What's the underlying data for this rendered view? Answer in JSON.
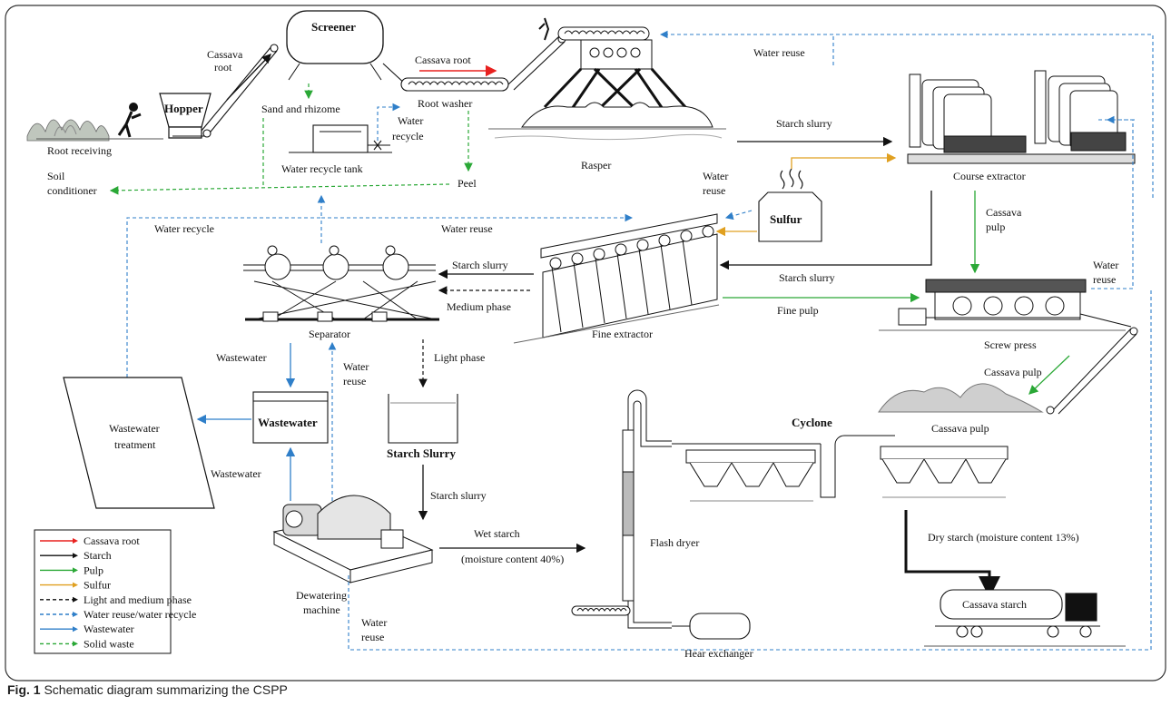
{
  "caption": {
    "prefix": "Fig. 1",
    "text": "Schematic diagram summarizing the CSPP"
  },
  "colors": {
    "cassava_root": "#e8211f",
    "starch": "#111111",
    "pulp": "#2aa836",
    "sulfur": "#e0a020",
    "water_reuse": "#2f7fc9",
    "wastewater": "#2f7fc9",
    "solid_waste": "#2aa836"
  },
  "equipment": {
    "root_receiving": "Root receiving",
    "hopper": "Hopper",
    "screener": "Screener",
    "root_washer": "Root washer",
    "water_recycle_tank": "Water recycle tank",
    "rasper": "Rasper",
    "course_extractor": "Course extractor",
    "sulfur": "Sulfur",
    "fine_extractor": "Fine extractor",
    "separator": "Separator",
    "screw_press": "Screw press",
    "wastewater_tank": "Wastewater",
    "wastewater_treatment_1": "Wastewater",
    "wastewater_treatment_2": "treatment",
    "starch_slurry_tank": "Starch Slurry",
    "dewatering_1": "Dewatering",
    "dewatering_2": "machine",
    "flash_dryer": "Flash dryer",
    "cyclone": "Cyclone",
    "heat_exchanger": "Hear exchanger",
    "cassava_pulp_pile": "Cassava pulp",
    "truck": "Cassava starch"
  },
  "flows": {
    "cassava_root_1a": "Cassava",
    "cassava_root_1b": "root",
    "cassava_root_2": "Cassava root",
    "sand_rhizome": "Sand and rhizome",
    "water_recycle_a": "Water",
    "water_recycle_b": "recycle",
    "soil_1": "Soil",
    "soil_2": "conditioner",
    "peel": "Peel",
    "water_reuse_top": "Water reuse",
    "starch_slurry_1": "Starch slurry",
    "water_reuse_mid_a": "Water",
    "water_reuse_mid_b": "reuse",
    "cassava_pulp_a": "Cassava",
    "cassava_pulp_b": "pulp",
    "water_recycle_left": "Water recycle",
    "water_reuse_sep": "Water reuse",
    "starch_slurry_2": "Starch slurry",
    "starch_slurry_3": "Starch slurry",
    "medium_phase": "Medium phase",
    "fine_pulp": "Fine pulp",
    "water_reuse_right_a": "Water",
    "water_reuse_right_b": "reuse",
    "wastewater_1": "Wastewater",
    "water_reuse_dw_a": "Water",
    "water_reuse_dw_b": "reuse",
    "light_phase": "Light phase",
    "cassava_pulp_2": "Cassava pulp",
    "wastewater_2": "Wastewater",
    "starch_slurry_4": "Starch slurry",
    "wet_starch": "Wet starch",
    "moisture_40": "(moisture content 40%)",
    "dry_starch": "Dry starch (moisture content 13%)",
    "water_reuse_bottom_a": "Water",
    "water_reuse_bottom_b": "reuse"
  },
  "legend": [
    {
      "label": "Cassava root",
      "style": "solid",
      "color": "#e8211f"
    },
    {
      "label": "Starch",
      "style": "solid",
      "color": "#111111"
    },
    {
      "label": "Pulp",
      "style": "solid",
      "color": "#2aa836"
    },
    {
      "label": "Sulfur",
      "style": "solid",
      "color": "#e0a020"
    },
    {
      "label": "Light and medium phase",
      "style": "dashed",
      "color": "#111111"
    },
    {
      "label": "Water reuse/water recycle",
      "style": "dashed",
      "color": "#2f7fc9"
    },
    {
      "label": "Wastewater",
      "style": "solid",
      "color": "#2f7fc9"
    },
    {
      "label": "Solid waste",
      "style": "dashed",
      "color": "#2aa836"
    }
  ]
}
